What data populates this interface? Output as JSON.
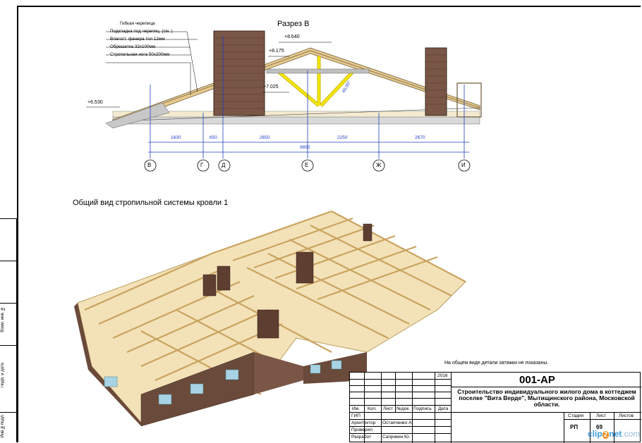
{
  "section": {
    "title": "Разрез В",
    "layers": [
      "Гибкая черепица",
      "Подкладка под черепиц. (см.  )",
      "Влагост. фанера тол 12мм",
      "Обрешетка 32х100мм",
      "Стропильная нога 50х200мм"
    ],
    "elevations": [
      "+8.640",
      "+8.175",
      "+7.025",
      "+6.530"
    ],
    "angle": "40,00°",
    "dimensions": [
      "1630",
      "650",
      "2650",
      "2250",
      "2670"
    ],
    "total_dimension": "9850",
    "axes": [
      "В",
      "Г",
      "Д",
      "Е",
      "Ж",
      "И"
    ]
  },
  "view3d": {
    "title": "Общий вид стропильной системы кровли 1",
    "note": "На общем виде детали затяжки не показаны."
  },
  "side_stamp": [
    "Взам. инв. №",
    "Подп. и дата",
    "Инв.№подл."
  ],
  "title_block": {
    "year": "2016",
    "code": "001-АР",
    "project": "Строительство индивидуального жилого дома в коттеджем поселке \"Вита Верде\", Мытищинского района, Московской области.",
    "col_headers": [
      "Им.",
      "Кол.",
      "Лист",
      "№док.",
      "Подпись",
      "Дата"
    ],
    "roles": [
      "ГИП",
      "Архитектор",
      "Проверил",
      "Разработ"
    ],
    "names": [
      "",
      "Остапченко А.",
      "",
      "Саприкин Ю."
    ],
    "stage_headers": [
      "Стадия",
      "Лист",
      "Листов"
    ],
    "stage": "РП",
    "sheet": "69",
    "sheets_total": ""
  },
  "watermark": {
    "a": "clip",
    "b": "2",
    "c": "net",
    "d": ".com"
  },
  "colors": {
    "brick": "#6a4a3a",
    "timber": "#e8c98a",
    "highlight": "#f2e600",
    "dim_line": "#1f3fbf"
  }
}
